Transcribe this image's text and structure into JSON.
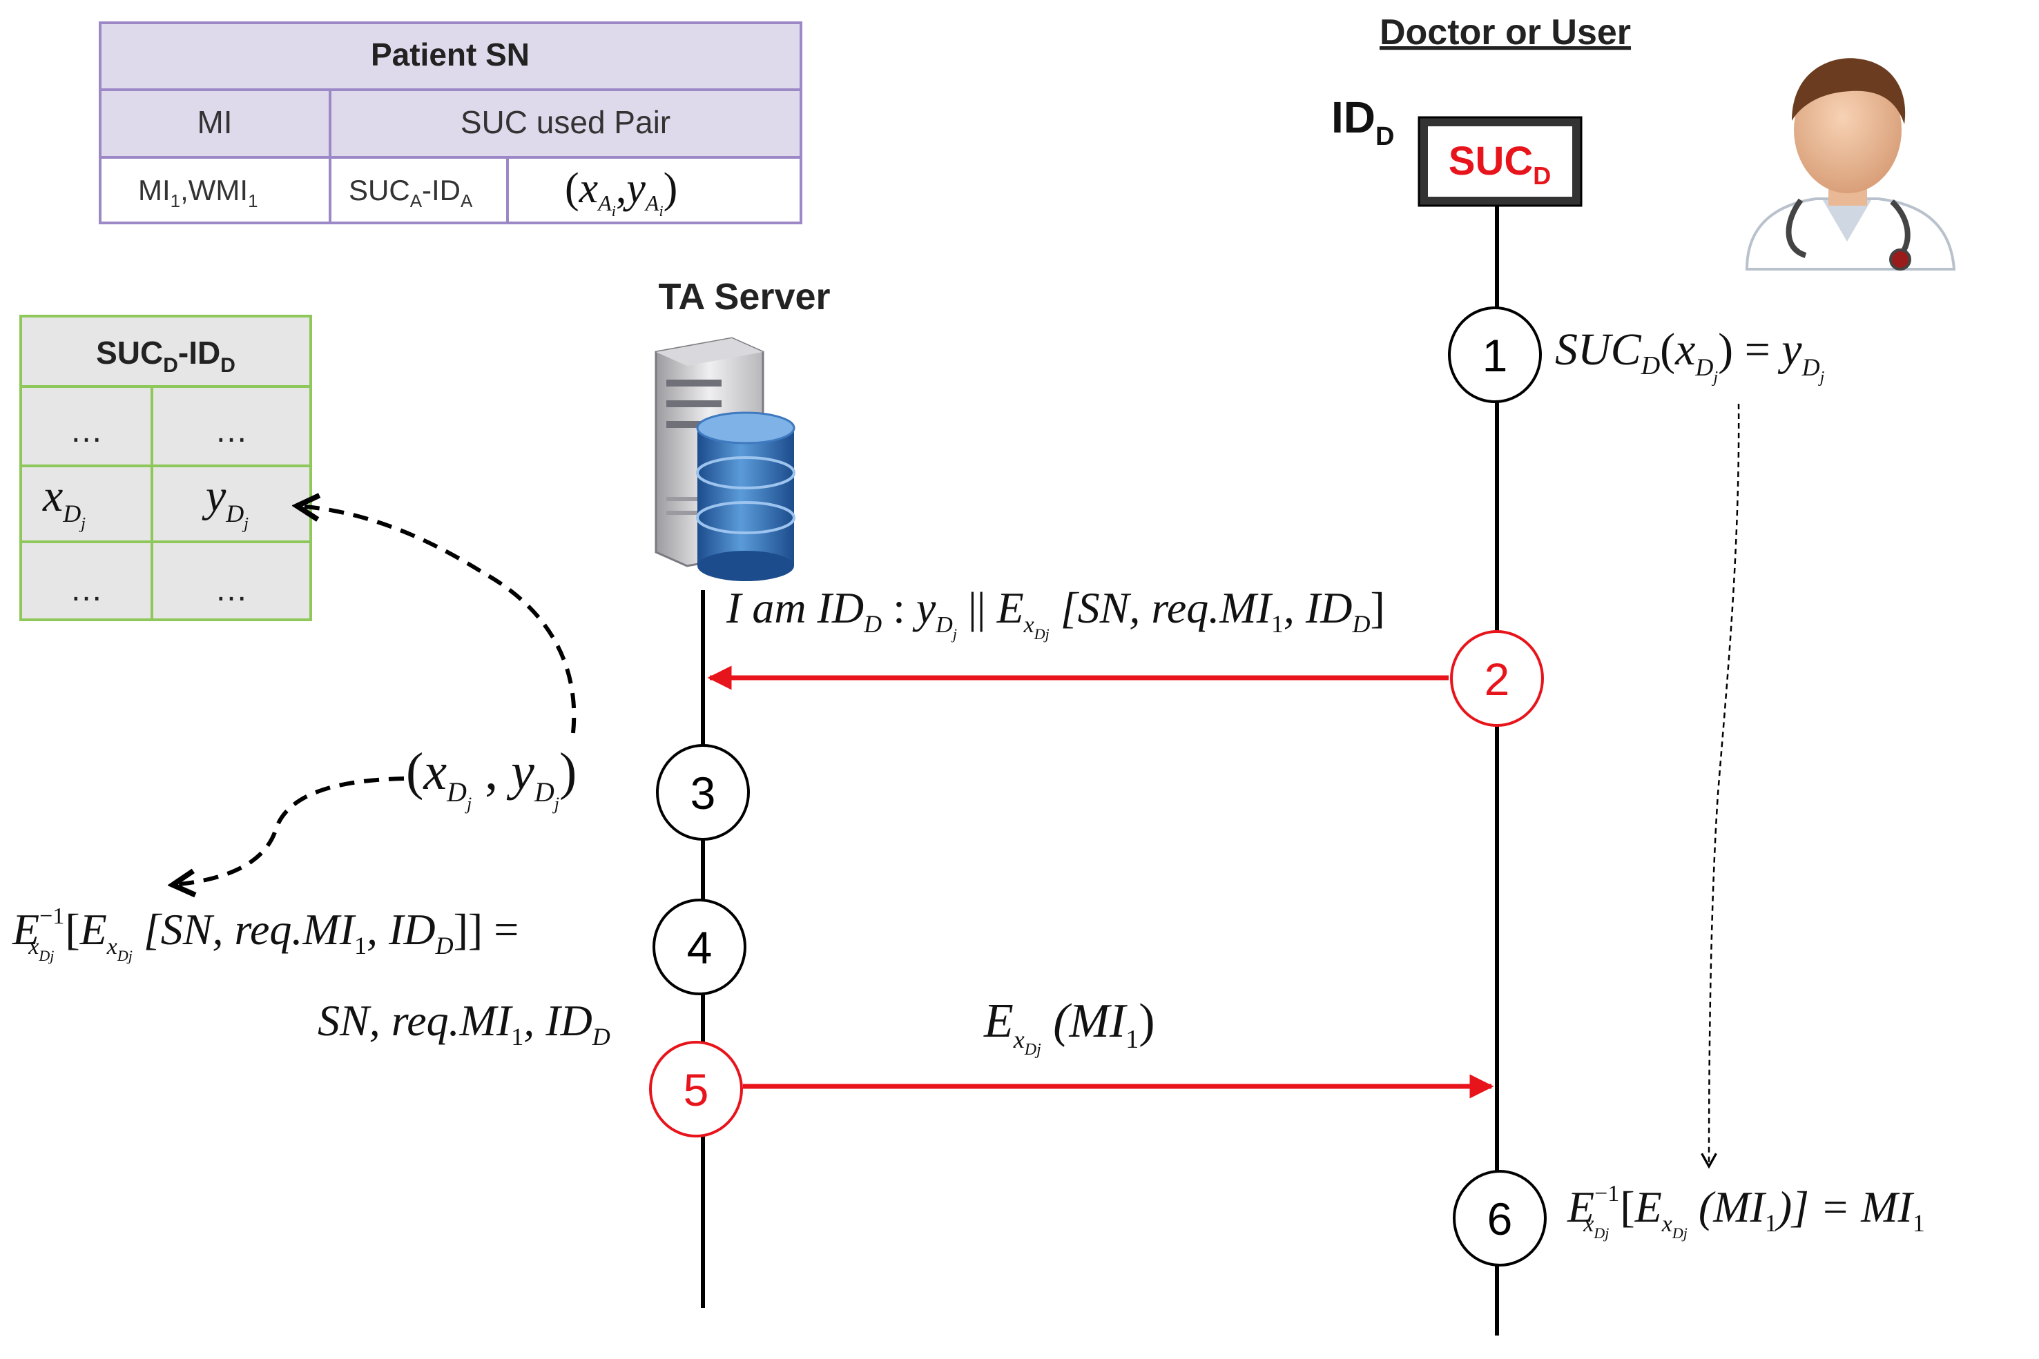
{
  "colors": {
    "arrow_red": "#e8141b",
    "patient_table_border": "#9c88c6",
    "patient_table_fill": "#dedaeb",
    "suc_table_border": "#8fc85a",
    "suc_table_fill": "#e6e6e6",
    "suc_box_text": "#e8141b",
    "step_red": "#e8141b"
  },
  "patient_table": {
    "title": "Patient SN",
    "col_mi": "MI",
    "col_pair": "SUC used Pair",
    "mi_value": "MI",
    "mi_sub1": "1",
    "wmi_value": ",WMI",
    "wmi_sub1": "1",
    "suc_a": "SUC",
    "suc_a_sub": "A",
    "id_a": "-ID",
    "id_a_sub": "A",
    "pair_open": "(",
    "pair_x": "x",
    "pair_x_sub": "A",
    "pair_x_subsub": "i",
    "pair_comma": ",",
    "pair_y": "y",
    "pair_y_sub": "A",
    "pair_y_subsub": "i",
    "pair_close": ")"
  },
  "suc_table": {
    "title": "SUC",
    "title_sub1": "D",
    "title_mid": "-ID",
    "title_sub2": "D",
    "dots": "…",
    "x": "x",
    "x_sub": "D",
    "x_subsub": "j",
    "y": "y",
    "y_sub": "D",
    "y_subsub": "j"
  },
  "actors": {
    "doctor_label": "Doctor or User",
    "ta_label": "TA Server",
    "id_d": "ID",
    "id_d_sub": "D",
    "suc_box": "SUC",
    "suc_box_sub": "D",
    "doctor_icon": "doctor-avatar-icon",
    "server_icon": "server-database-icon"
  },
  "steps": [
    {
      "n": "1",
      "color": "black"
    },
    {
      "n": "2",
      "color": "red"
    },
    {
      "n": "3",
      "color": "black"
    },
    {
      "n": "4",
      "color": "black"
    },
    {
      "n": "5",
      "color": "red"
    },
    {
      "n": "6",
      "color": "black"
    }
  ],
  "equations": {
    "eq1": {
      "suc": "SUC",
      "suc_sub": "D",
      "open": "(",
      "x": "x",
      "x_sub": "D",
      "x_subsub": "j",
      "close": ") = ",
      "y": "y",
      "y_sub": "D",
      "y_subsub": "j"
    },
    "eq2": {
      "i_am": "I am ID",
      "id_sub": "D",
      "colon": " : ",
      "y": "y",
      "y_sub": "D",
      "y_subsub": "j",
      "bars": " || ",
      "e": "E",
      "e_sub": "x",
      "e_subsub": "Dj",
      "bracket": " [SN, req.MI",
      "mi_sub": "1",
      "tail": ", ID",
      "tail_sub": "D",
      "close": "]"
    },
    "eq3": {
      "open": "(",
      "x": "x",
      "x_sub": "D",
      "x_subsub": "j",
      "comma": " , ",
      "y": "y",
      "y_sub": "D",
      "y_subsub": "j",
      "close": ")"
    },
    "eq4": {
      "e": "E",
      "e_sup": "−1",
      "e_sub": "x",
      "e_subsub": "Dj",
      "open": " [",
      "e2": "E",
      "e2_sub": "x",
      "e2_subsub": "Dj",
      "bracket": " [SN, req.MI",
      "mi_sub": "1",
      "tail": ", ID",
      "tail_sub": "D",
      "close": "]] ="
    },
    "eq4b": {
      "text": "SN, req.MI",
      "mi_sub": "1",
      "tail": ", ID",
      "tail_sub": "D"
    },
    "eq5": {
      "e": "E",
      "e_sub": "x",
      "e_subsub": "Dj",
      "open": " (MI",
      "mi_sub": "1",
      "close": ")"
    },
    "eq6": {
      "e": "E",
      "e_sup": "−1",
      "e_sub": "x",
      "e_subsub": "Dj",
      "open": " [",
      "e2": "E",
      "e2_sub": "x",
      "e2_subsub": "Dj",
      "inner": " (MI",
      "mi_sub": "1",
      "close": ")] = MI",
      "mi_sub2": "1"
    }
  }
}
